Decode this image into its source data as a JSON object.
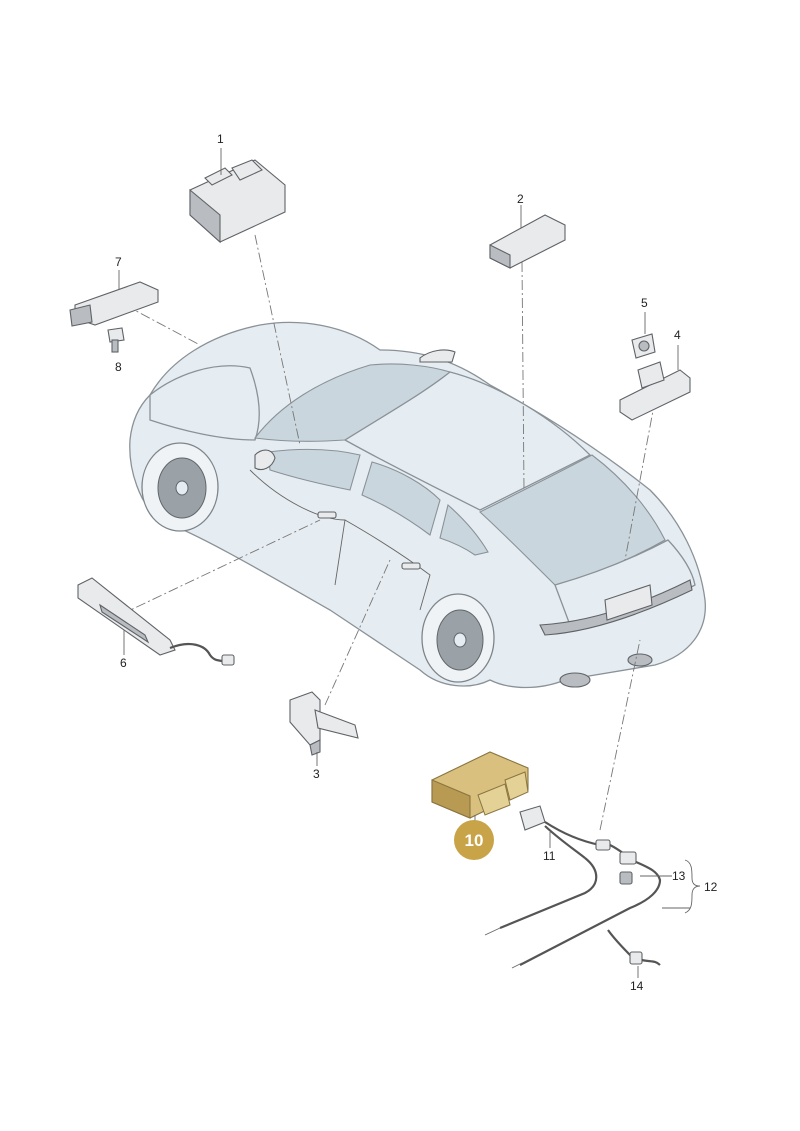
{
  "diagram": {
    "callouts": {
      "p1": "1",
      "p2": "2",
      "p3": "3",
      "p4": "4",
      "p5": "5",
      "p6": "6",
      "p7": "7",
      "p8": "8",
      "p10": "10",
      "p11": "11",
      "p12": "12",
      "p13": "13",
      "p14": "14"
    },
    "highlight_color": "#c8a347",
    "highlight_part": "10"
  }
}
